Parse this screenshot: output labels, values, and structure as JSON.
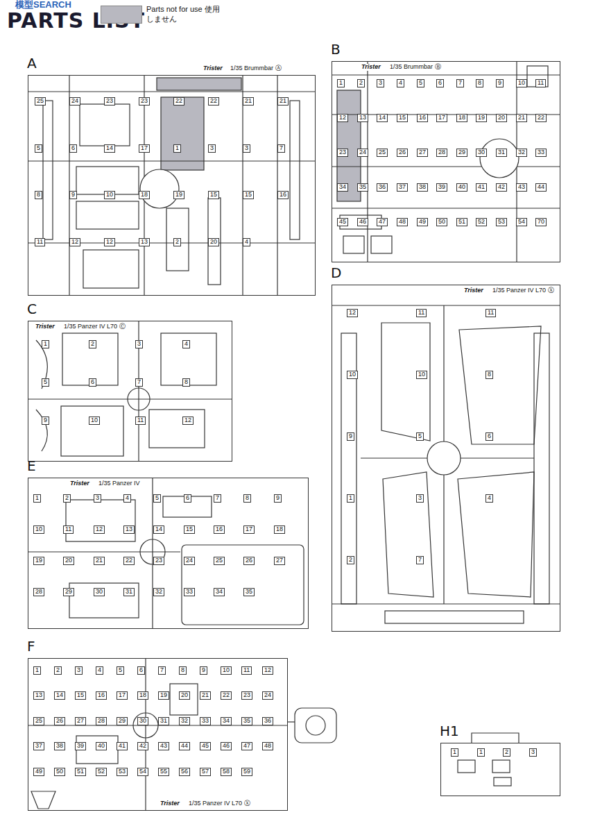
{
  "diagram": {
    "title": "PARTS LIST",
    "nodes": [
      {
        "text": [
          "A"
        ]
      },
      {
        "text": [
          "B"
        ]
      },
      {
        "text": [
          "C"
        ]
      },
      {
        "text": [
          "D"
        ]
      },
      {
        "text": [
          "E"
        ]
      },
      {
        "text": [
          "F"
        ]
      },
      {
        "text": [
          "H1"
        ]
      }
    ],
    "labels": [
      "模型SEARCH",
      "Trister",
      "1/35 Brummbar Ⓐ",
      "25",
      "24",
      "23",
      "23",
      "22",
      "22",
      "21",
      "21",
      "5",
      "6",
      "14",
      "17",
      "1",
      "3",
      "3",
      "7",
      "8",
      "9",
      "10",
      "18",
      "19",
      "15",
      "15",
      "16",
      "11",
      "12",
      "12",
      "13",
      "2",
      "20",
      "4",
      "Trister",
      "1/35 Brummbar Ⓑ",
      "1",
      "2",
      "3",
      "4",
      "5",
      "6",
      "7",
      "8",
      "9",
      "10",
      "11",
      "12",
      "13",
      "14",
      "15",
      "16",
      "17",
      "18",
      "19",
      "20",
      "21",
      "22",
      "23",
      "24",
      "25",
      "26",
      "27",
      "28",
      "29",
      "30",
      "31",
      "32",
      "33",
      "34",
      "35",
      "36",
      "37",
      "38",
      "39",
      "40",
      "41",
      "42",
      "43",
      "44",
      "45",
      "46",
      "47",
      "48",
      "49",
      "50",
      "51",
      "52",
      "53",
      "54",
      "70",
      "Trister",
      "1/35 Panzer IV L70 Ⓒ",
      "1",
      "2",
      "3",
      "4",
      "5",
      "6",
      "7",
      "8",
      "9",
      "10",
      "11",
      "12",
      "Trister",
      "1/35 Panzer IV L70 Ⓧ",
      "12",
      "11",
      "11",
      "10",
      "10",
      "8",
      "9",
      "5",
      "6",
      "1",
      "3",
      "4",
      "2",
      "7",
      "Trister",
      "1/35 Panzer IV",
      "1",
      "2",
      "3",
      "4",
      "5",
      "6",
      "7",
      "8",
      "9",
      "10",
      "11",
      "12",
      "13",
      "14",
      "15",
      "16",
      "17",
      "18",
      "19",
      "20",
      "21",
      "22",
      "23",
      "24",
      "25",
      "26",
      "27",
      "28",
      "29",
      "30",
      "31",
      "32",
      "33",
      "34",
      "35",
      "Trister",
      "1/35 Panzer IV L70 Ⓧ",
      "1",
      "2",
      "3",
      "4",
      "5",
      "6",
      "7",
      "8",
      "9",
      "10",
      "11",
      "12",
      "13",
      "14",
      "15",
      "16",
      "17",
      "18",
      "19",
      "20",
      "21",
      "22",
      "23",
      "24",
      "25",
      "26",
      "27",
      "28",
      "29",
      "30",
      "31",
      "32",
      "33",
      "34",
      "35",
      "36",
      "37",
      "38",
      "39",
      "40",
      "41",
      "42",
      "43",
      "44",
      "45",
      "46",
      "47",
      "48",
      "49",
      "50",
      "51",
      "52",
      "53",
      "54",
      "55",
      "56",
      "57",
      "58",
      "59",
      "1",
      "1",
      "2",
      "3"
    ],
    "legend": [
      {
        "text": "Parts not for use 使用しません",
        "color": "#b8b8c0"
      }
    ]
  }
}
